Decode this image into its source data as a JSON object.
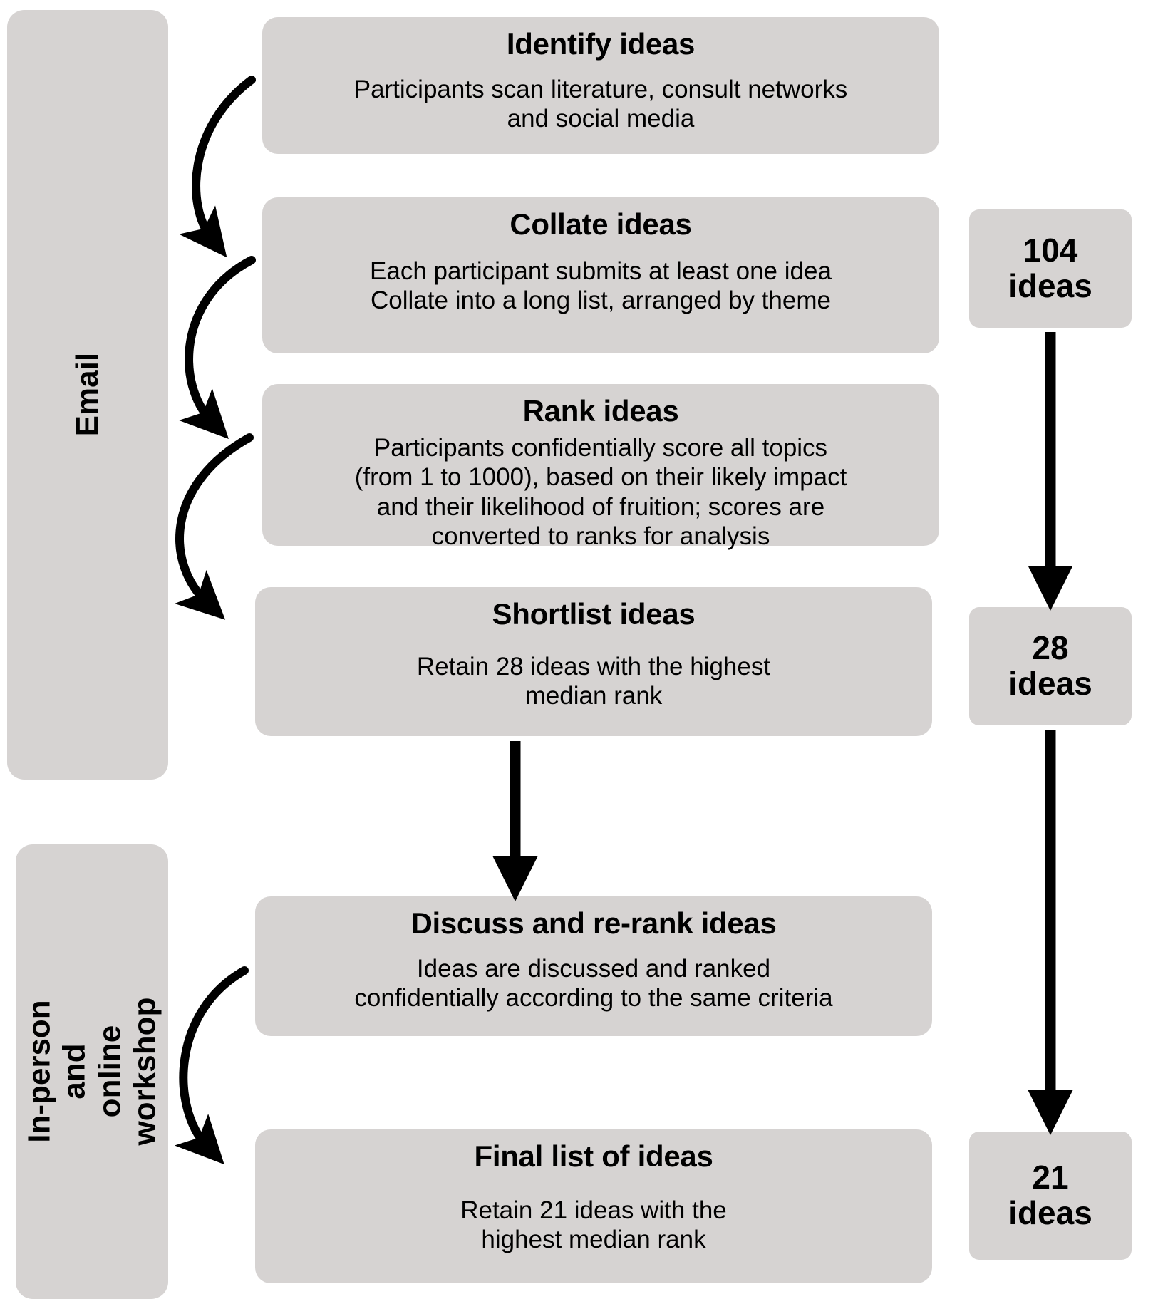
{
  "diagram": {
    "title_hidden": "",
    "colors": {
      "box_fill": "#d6d3d2",
      "text": "#000000",
      "arrow": "#000000",
      "background": "#ffffff"
    },
    "lanes": [
      {
        "id": "email",
        "label": "Email"
      },
      {
        "id": "workshop",
        "label": "In-person and online\nworkshop"
      }
    ],
    "stages": [
      {
        "id": "identify",
        "title": "Identify ideas",
        "body": "Participants scan literature, consult networks\nand social media"
      },
      {
        "id": "collate",
        "title": "Collate ideas",
        "body": "Each participant submits at least one idea\nCollate into a long list, arranged by theme"
      },
      {
        "id": "rank",
        "title": "Rank ideas",
        "body": "Participants confidentially score all topics\n(from 1 to 1000), based on their likely impact\nand their likelihood of fruition; scores are\nconverted to ranks for analysis"
      },
      {
        "id": "shortlist",
        "title": "Shortlist ideas",
        "body": "Retain 28 ideas with the highest\nmedian rank"
      },
      {
        "id": "discuss",
        "title": "Discuss and re-rank ideas",
        "body": "Ideas are discussed and ranked\nconfidentially according to the same criteria"
      },
      {
        "id": "final",
        "title": "Final list of ideas",
        "body": "Retain 21 ideas with the\nhighest median rank"
      }
    ],
    "counts": [
      {
        "id": "count-104",
        "number": "104",
        "unit": "ideas"
      },
      {
        "id": "count-28",
        "number": "28",
        "unit": "ideas"
      },
      {
        "id": "count-21",
        "number": "21",
        "unit": "ideas"
      }
    ],
    "connectors": [
      {
        "id": "identify-to-collate",
        "type": "curved-arrow"
      },
      {
        "id": "collate-to-rank",
        "type": "curved-arrow"
      },
      {
        "id": "rank-to-shortlist",
        "type": "curved-arrow"
      },
      {
        "id": "shortlist-to-discuss",
        "type": "straight-arrow-down"
      },
      {
        "id": "discuss-to-final",
        "type": "curved-arrow"
      },
      {
        "id": "count104-to-count28",
        "type": "straight-arrow-down"
      },
      {
        "id": "count28-to-count21",
        "type": "straight-arrow-down"
      }
    ]
  }
}
